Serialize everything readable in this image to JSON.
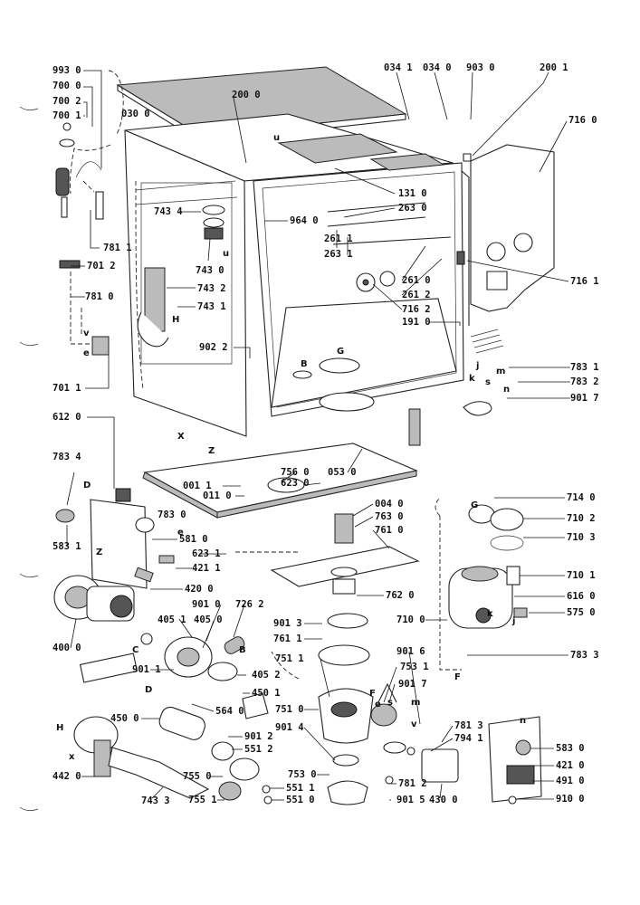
{
  "parts": [
    {
      "id": "993_0",
      "text": "993 0"
    },
    {
      "id": "700_0",
      "text": "700 0"
    },
    {
      "id": "700_2",
      "text": "700 2"
    },
    {
      "id": "700_1",
      "text": "700 1"
    },
    {
      "id": "030_0",
      "text": "030 0"
    },
    {
      "id": "200_0",
      "text": "200 0"
    },
    {
      "id": "034_1",
      "text": "034 1"
    },
    {
      "id": "034_0",
      "text": "034 0"
    },
    {
      "id": "903_0",
      "text": "903 0"
    },
    {
      "id": "200_1",
      "text": "200 1"
    },
    {
      "id": "716_0",
      "text": "716 0"
    },
    {
      "id": "743_4",
      "text": "743 4"
    },
    {
      "id": "781_1",
      "text": "781 1"
    },
    {
      "id": "701_2",
      "text": "701 2"
    },
    {
      "id": "781_0",
      "text": "781 0"
    },
    {
      "id": "743_0",
      "text": "743 0"
    },
    {
      "id": "743_2",
      "text": "743 2"
    },
    {
      "id": "743_1",
      "text": "743 1"
    },
    {
      "id": "964_0",
      "text": "964 0"
    },
    {
      "id": "131_0",
      "text": "131 0"
    },
    {
      "id": "263_0",
      "text": "263 0"
    },
    {
      "id": "261_1",
      "text": "261 1"
    },
    {
      "id": "263_1",
      "text": "263 1"
    },
    {
      "id": "261_0",
      "text": "261 0"
    },
    {
      "id": "261_2",
      "text": "261 2"
    },
    {
      "id": "716_2",
      "text": "716 2"
    },
    {
      "id": "191_0",
      "text": "191 0"
    },
    {
      "id": "716_1",
      "text": "716 1"
    },
    {
      "id": "902_2",
      "text": "902 2"
    },
    {
      "id": "701_1",
      "text": "701 1"
    },
    {
      "id": "783_1",
      "text": "783 1"
    },
    {
      "id": "783_2",
      "text": "783 2"
    },
    {
      "id": "901_7a",
      "text": "901 7"
    },
    {
      "id": "612_0",
      "text": "612 0"
    },
    {
      "id": "783_4",
      "text": "783 4"
    },
    {
      "id": "001_1",
      "text": "001 1"
    },
    {
      "id": "011_0",
      "text": "011 0"
    },
    {
      "id": "756_0",
      "text": "756 0"
    },
    {
      "id": "623_0",
      "text": "623 0"
    },
    {
      "id": "053_0",
      "text": "053 0"
    },
    {
      "id": "004_0",
      "text": "004 0"
    },
    {
      "id": "763_0",
      "text": "763 0"
    },
    {
      "id": "761_0",
      "text": "761 0"
    },
    {
      "id": "714_0",
      "text": "714 0"
    },
    {
      "id": "710_2",
      "text": "710 2"
    },
    {
      "id": "710_3",
      "text": "710 3"
    },
    {
      "id": "583_1",
      "text": "583 1"
    },
    {
      "id": "783_0",
      "text": "783 0"
    },
    {
      "id": "581_0",
      "text": "581 0"
    },
    {
      "id": "623_1",
      "text": "623 1"
    },
    {
      "id": "421_1",
      "text": "421 1"
    },
    {
      "id": "420_0",
      "text": "420 0"
    },
    {
      "id": "762_0",
      "text": "762 0"
    },
    {
      "id": "710_1",
      "text": "710 1"
    },
    {
      "id": "616_0",
      "text": "616 0"
    },
    {
      "id": "575_0",
      "text": "575 0"
    },
    {
      "id": "901_0",
      "text": "901 0"
    },
    {
      "id": "726_2",
      "text": "726 2"
    },
    {
      "id": "405_1",
      "text": "405 1"
    },
    {
      "id": "405_0",
      "text": "405 0"
    },
    {
      "id": "901_3",
      "text": "901 3"
    },
    {
      "id": "761_1",
      "text": "761 1"
    },
    {
      "id": "710_0",
      "text": "710 0"
    },
    {
      "id": "400_0",
      "text": "400 0"
    },
    {
      "id": "751_1",
      "text": "751 1"
    },
    {
      "id": "901_6",
      "text": "901 6"
    },
    {
      "id": "783_3",
      "text": "783 3"
    },
    {
      "id": "901_1",
      "text": "901 1"
    },
    {
      "id": "405_2",
      "text": "405 2"
    },
    {
      "id": "753_1",
      "text": "753 1"
    },
    {
      "id": "450_1",
      "text": "450 1"
    },
    {
      "id": "901_7b",
      "text": "901 7"
    },
    {
      "id": "564_0",
      "text": "564 0"
    },
    {
      "id": "751_0",
      "text": "751 0"
    },
    {
      "id": "450_0",
      "text": "450 0"
    },
    {
      "id": "901_2",
      "text": "901 2"
    },
    {
      "id": "551_2",
      "text": "551 2"
    },
    {
      "id": "901_4",
      "text": "901 4"
    },
    {
      "id": "781_3",
      "text": "781 3"
    },
    {
      "id": "794_1",
      "text": "794 1"
    },
    {
      "id": "583_0",
      "text": "583 0"
    },
    {
      "id": "421_0",
      "text": "421 0"
    },
    {
      "id": "442_0",
      "text": "442 0"
    },
    {
      "id": "755_0",
      "text": "755 0"
    },
    {
      "id": "753_0",
      "text": "753 0"
    },
    {
      "id": "781_2",
      "text": "781 2"
    },
    {
      "id": "491_0",
      "text": "491 0"
    },
    {
      "id": "551_1",
      "text": "551 1"
    },
    {
      "id": "755_1",
      "text": "755 1"
    },
    {
      "id": "551_0",
      "text": "551 0"
    },
    {
      "id": "901_5",
      "text": "901 5"
    },
    {
      "id": "430_0",
      "text": "430 0"
    },
    {
      "id": "743_3",
      "text": "743 3"
    },
    {
      "id": "910_0",
      "text": "910 0"
    }
  ],
  "connection_letters": [
    {
      "id": "u1",
      "text": "u"
    },
    {
      "id": "u2",
      "text": "u"
    },
    {
      "id": "H1",
      "text": "H"
    },
    {
      "id": "v1",
      "text": "v"
    },
    {
      "id": "e1",
      "text": "e"
    },
    {
      "id": "G1",
      "text": "G"
    },
    {
      "id": "B1",
      "text": "B"
    },
    {
      "id": "X1",
      "text": "X"
    },
    {
      "id": "Z1",
      "text": "Z"
    },
    {
      "id": "Z2",
      "text": "Z"
    },
    {
      "id": "j1",
      "text": "j"
    },
    {
      "id": "m1",
      "text": "m"
    },
    {
      "id": "k1",
      "text": "k"
    },
    {
      "id": "s1",
      "text": "s"
    },
    {
      "id": "n1",
      "text": "n"
    },
    {
      "id": "D1",
      "text": "D"
    },
    {
      "id": "e2",
      "text": "e"
    },
    {
      "id": "G2",
      "text": "G"
    },
    {
      "id": "C1",
      "text": "C"
    },
    {
      "id": "B2",
      "text": "B"
    },
    {
      "id": "k2",
      "text": "k"
    },
    {
      "id": "j2",
      "text": "j"
    },
    {
      "id": "D2",
      "text": "D"
    },
    {
      "id": "F1",
      "text": "F"
    },
    {
      "id": "e3",
      "text": "e"
    },
    {
      "id": "s2",
      "text": "s"
    },
    {
      "id": "m2",
      "text": "m"
    },
    {
      "id": "v2",
      "text": "v"
    },
    {
      "id": "n2",
      "text": "n"
    },
    {
      "id": "H2",
      "text": "H"
    },
    {
      "id": "x2",
      "text": "x"
    },
    {
      "id": "F2",
      "text": "F"
    }
  ],
  "colors": {
    "ink": "#111111",
    "paper": "#ffffff",
    "shade": "#555555"
  }
}
